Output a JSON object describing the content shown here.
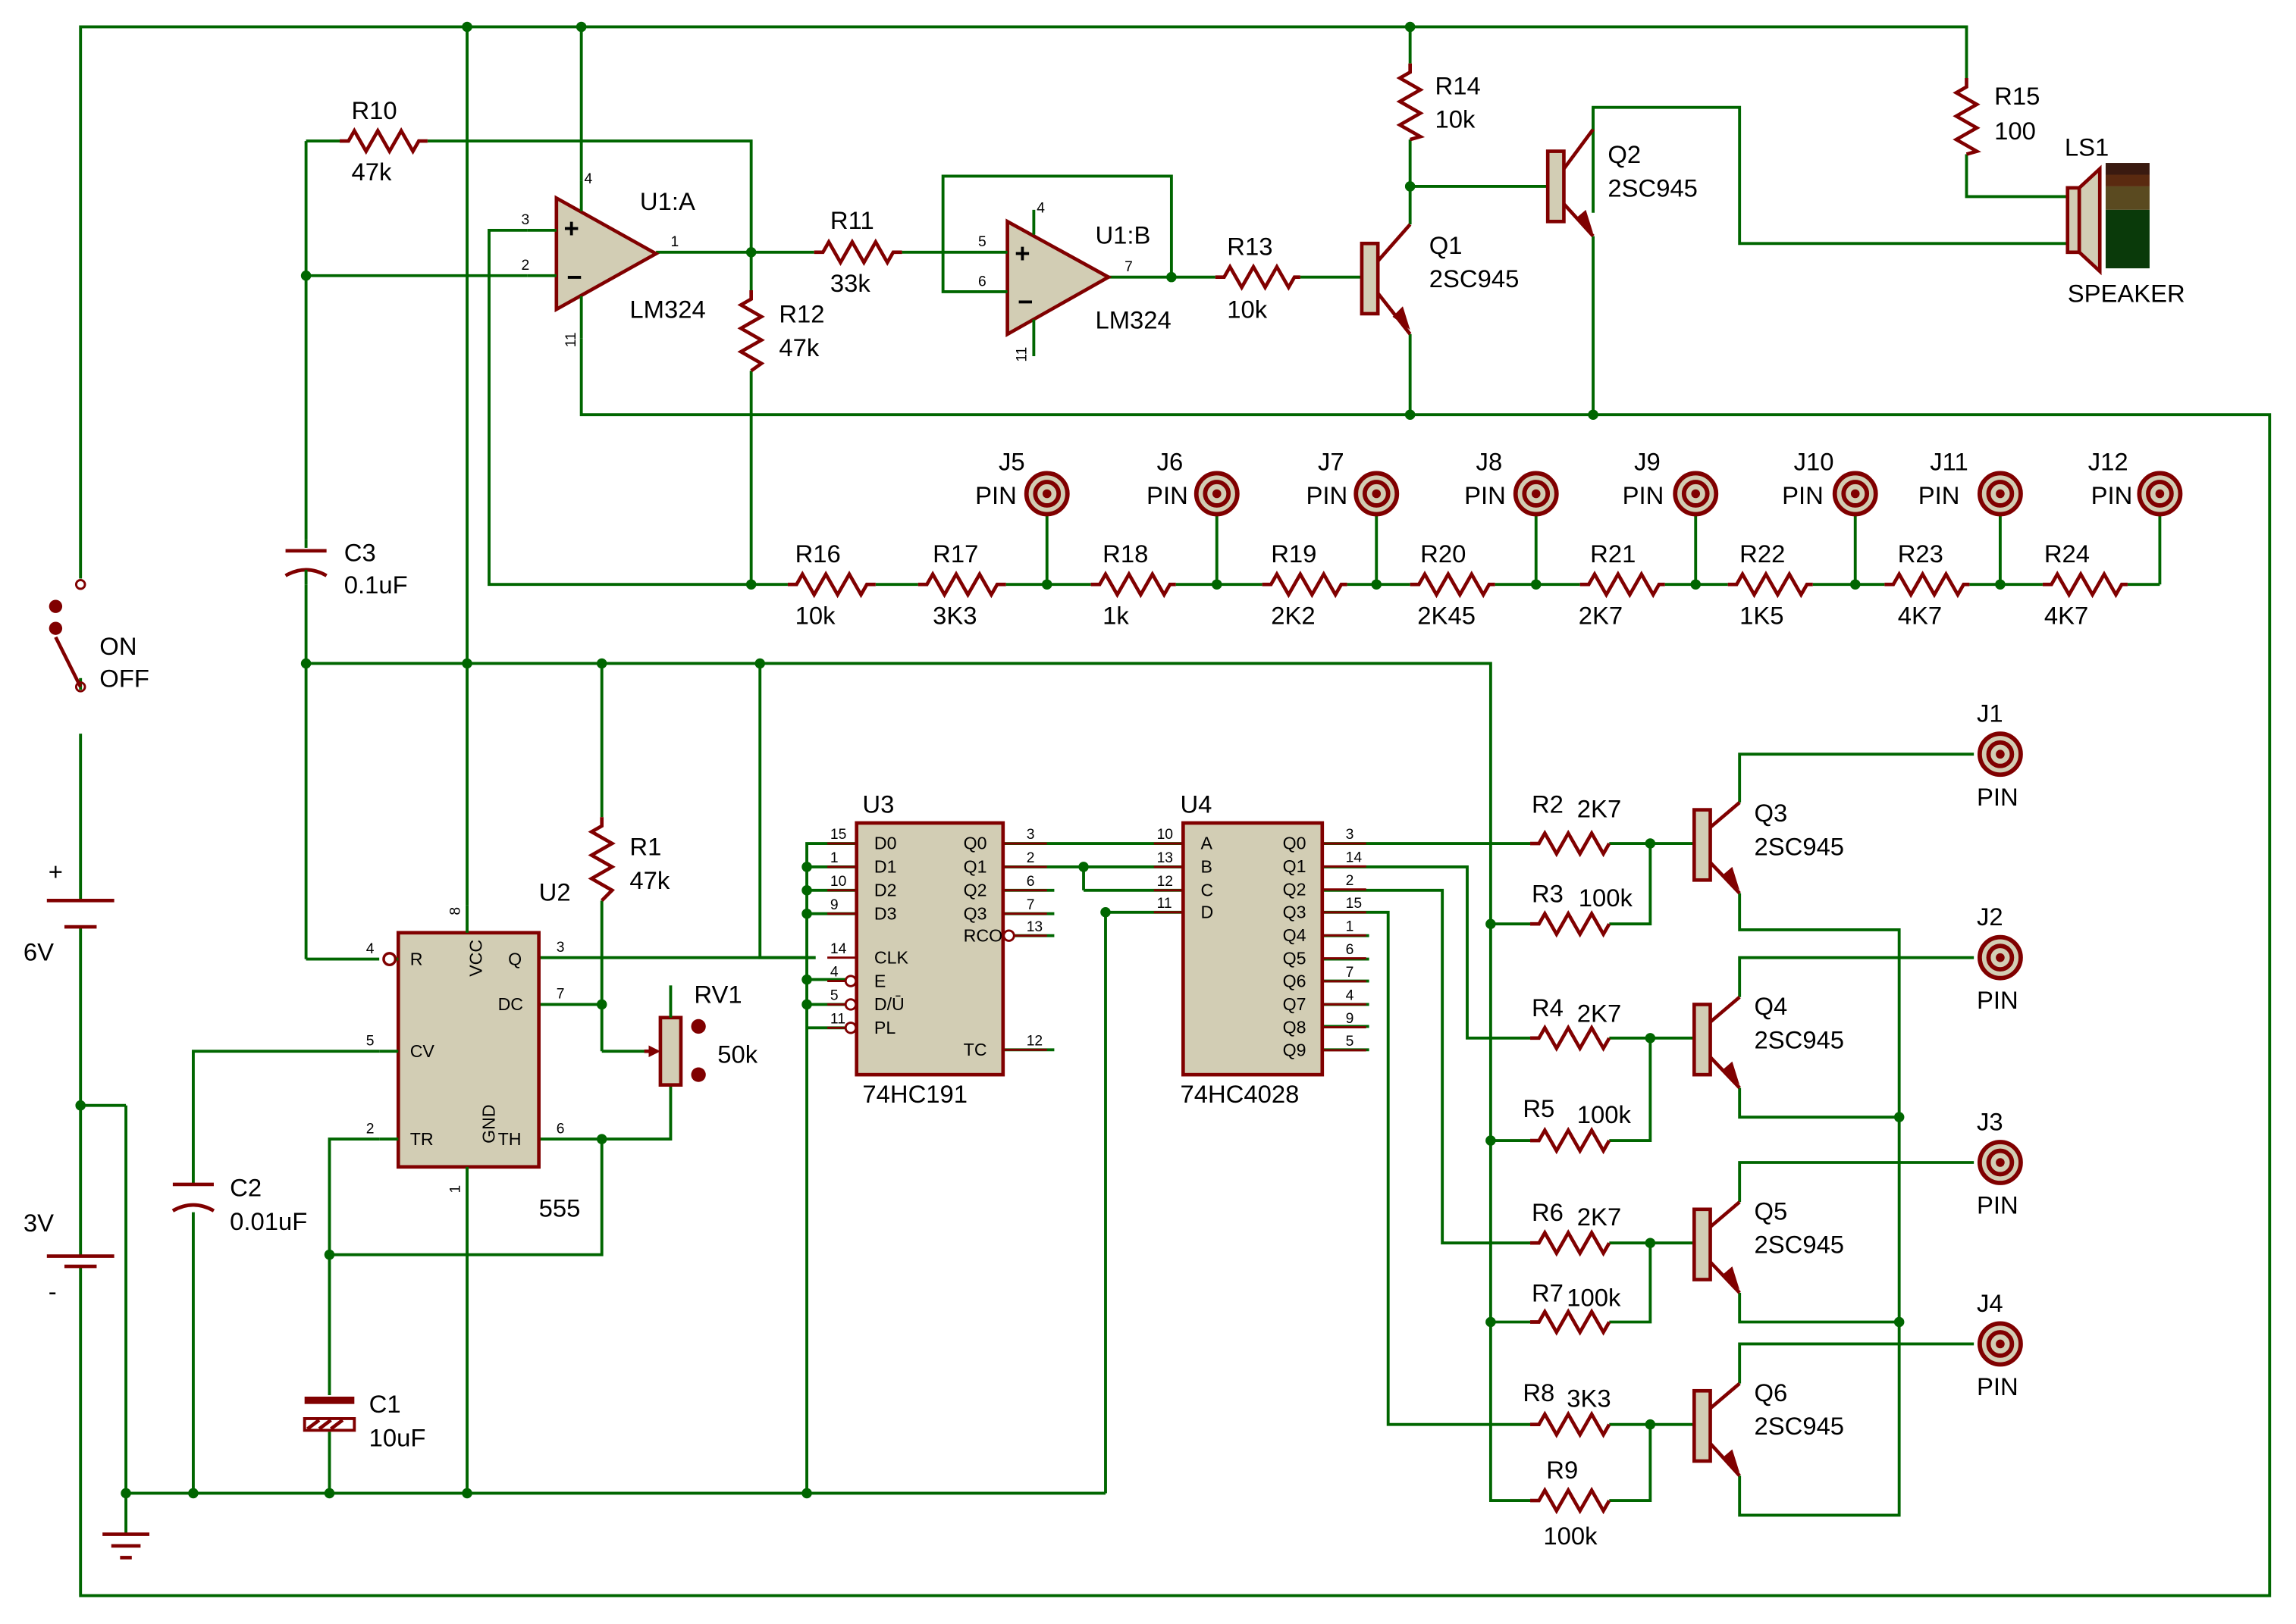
{
  "colors": {
    "wire": "#006600",
    "symbol": "#800000",
    "body": "#d2cdb4",
    "text": "#000000"
  },
  "battery": {
    "plus": "+",
    "minus": "-",
    "top_value": "6V",
    "bottom_value": "3V"
  },
  "switch": {
    "on": "ON",
    "off": "OFF"
  },
  "r10": {
    "ref": "R10",
    "value": "47k"
  },
  "r11": {
    "ref": "R11",
    "value": "33k"
  },
  "r12": {
    "ref": "R12",
    "value": "47k"
  },
  "r13": {
    "ref": "R13",
    "value": "10k"
  },
  "r14": {
    "ref": "R14",
    "value": "10k"
  },
  "r15": {
    "ref": "R15",
    "value": "100"
  },
  "r1": {
    "ref": "R1",
    "value": "47k"
  },
  "r2": {
    "ref": "R2",
    "value": "2K7"
  },
  "r3": {
    "ref": "R3",
    "value": "100k"
  },
  "r4": {
    "ref": "R4",
    "value": "2K7"
  },
  "r5": {
    "ref": "R5",
    "value": "100k"
  },
  "r6": {
    "ref": "R6",
    "value": "2K7"
  },
  "r7": {
    "ref": "R7",
    "value": "100k"
  },
  "r8": {
    "ref": "R8",
    "value": "3K3"
  },
  "r9": {
    "ref": "R9",
    "value": "100k"
  },
  "r16": {
    "ref": "R16",
    "value": "10k"
  },
  "r17": {
    "ref": "R17",
    "value": "3K3"
  },
  "r18": {
    "ref": "R18",
    "value": "1k"
  },
  "r19": {
    "ref": "R19",
    "value": "2K2"
  },
  "r20": {
    "ref": "R20",
    "value": "2K45"
  },
  "r21": {
    "ref": "R21",
    "value": "2K7"
  },
  "r22": {
    "ref": "R22",
    "value": "1K5"
  },
  "r23": {
    "ref": "R23",
    "value": "4K7"
  },
  "r24": {
    "ref": "R24",
    "value": "4K7"
  },
  "c1": {
    "ref": "C1",
    "value": "10uF"
  },
  "c2": {
    "ref": "C2",
    "value": "0.01uF"
  },
  "c3": {
    "ref": "C3",
    "value": "0.1uF"
  },
  "rv1": {
    "ref": "RV1",
    "value": "50k"
  },
  "u1a": {
    "ref": "U1:A",
    "part": "LM324",
    "pins": {
      "inp": "3",
      "inn": "2",
      "out": "1",
      "vcc": "4",
      "gnd": "11"
    }
  },
  "u1b": {
    "ref": "U1:B",
    "part": "LM324",
    "pins": {
      "inp": "5",
      "inn": "6",
      "out": "7",
      "vcc": "4",
      "gnd": "11"
    }
  },
  "q1": {
    "ref": "Q1",
    "part": "2SC945"
  },
  "q2": {
    "ref": "Q2",
    "part": "2SC945"
  },
  "q3": {
    "ref": "Q3",
    "part": "2SC945"
  },
  "q4": {
    "ref": "Q4",
    "part": "2SC945"
  },
  "q5": {
    "ref": "Q5",
    "part": "2SC945"
  },
  "q6": {
    "ref": "Q6",
    "part": "2SC945"
  },
  "ls1": {
    "ref": "LS1",
    "part": "SPEAKER"
  },
  "u2": {
    "ref": "U2",
    "part": "555",
    "pin_labels": {
      "r": "R",
      "cv": "CV",
      "tr": "TR",
      "vcc": "VCC",
      "gnd": "GND",
      "q": "Q",
      "dc": "DC",
      "th": "TH"
    },
    "pin_numbers": {
      "r": "4",
      "cv": "5",
      "tr": "2",
      "vcc": "8",
      "gnd": "1",
      "q": "3",
      "dc": "7",
      "th": "6"
    }
  },
  "u3": {
    "ref": "U3",
    "part": "74HC191",
    "left_pins": [
      {
        "num": "15",
        "name": "D0"
      },
      {
        "num": "1",
        "name": "D1"
      },
      {
        "num": "10",
        "name": "D2"
      },
      {
        "num": "9",
        "name": "D3"
      },
      {
        "num": "14",
        "name": "CLK"
      },
      {
        "num": "4",
        "name": "E"
      },
      {
        "num": "5",
        "name": "D/Ū"
      },
      {
        "num": "11",
        "name": "PL"
      }
    ],
    "right_pins": [
      {
        "num": "3",
        "name": "Q0"
      },
      {
        "num": "2",
        "name": "Q1"
      },
      {
        "num": "6",
        "name": "Q2"
      },
      {
        "num": "7",
        "name": "Q3"
      },
      {
        "num": "13",
        "name": "RCO"
      },
      {
        "num": "12",
        "name": "TC"
      }
    ]
  },
  "u4": {
    "ref": "U4",
    "part": "74HC4028",
    "left_pins": [
      {
        "num": "10",
        "name": "A"
      },
      {
        "num": "13",
        "name": "B"
      },
      {
        "num": "12",
        "name": "C"
      },
      {
        "num": "11",
        "name": "D"
      }
    ],
    "right_pins": [
      {
        "num": "3",
        "name": "Q0"
      },
      {
        "num": "14",
        "name": "Q1"
      },
      {
        "num": "2",
        "name": "Q2"
      },
      {
        "num": "15",
        "name": "Q3"
      },
      {
        "num": "1",
        "name": "Q4"
      },
      {
        "num": "6",
        "name": "Q5"
      },
      {
        "num": "7",
        "name": "Q6"
      },
      {
        "num": "4",
        "name": "Q7"
      },
      {
        "num": "9",
        "name": "Q8"
      },
      {
        "num": "5",
        "name": "Q9"
      }
    ]
  },
  "connectors_top": [
    {
      "ref": "J5",
      "type": "PIN"
    },
    {
      "ref": "J6",
      "type": "PIN"
    },
    {
      "ref": "J7",
      "type": "PIN"
    },
    {
      "ref": "J8",
      "type": "PIN"
    },
    {
      "ref": "J9",
      "type": "PIN"
    },
    {
      "ref": "J10",
      "type": "PIN"
    },
    {
      "ref": "J11",
      "type": "PIN"
    },
    {
      "ref": "J12",
      "type": "PIN"
    }
  ],
  "connectors_right": [
    {
      "ref": "J1",
      "type": "PIN"
    },
    {
      "ref": "J2",
      "type": "PIN"
    },
    {
      "ref": "J3",
      "type": "PIN"
    },
    {
      "ref": "J4",
      "type": "PIN"
    }
  ]
}
